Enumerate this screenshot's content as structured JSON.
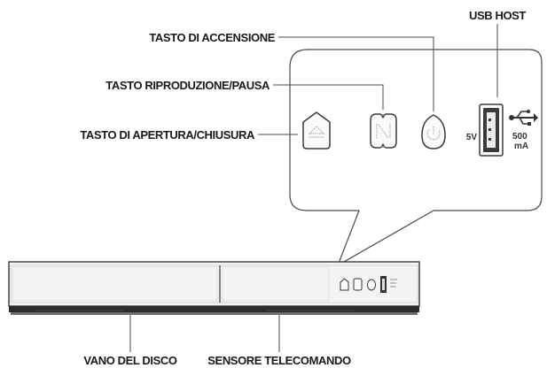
{
  "callouts": {
    "usb_host": "USB HOST",
    "power_button": "TASTO DI ACCENSIONE",
    "play_pause_button": "TASTO RIPRODUZIONE/PAUSA",
    "open_close_button": "TASTO DI APERTURA/CHIUSURA",
    "disc_tray": "VANO DEL DISCO",
    "remote_sensor": "SENSORE TELECOMANDO"
  },
  "usb_panel": {
    "voltage": "5V",
    "current_value": "500",
    "current_unit": "mA"
  },
  "icons": [
    "eject-icon",
    "play-pause-icon",
    "power-icon",
    "usb-symbol-icon"
  ],
  "colors": {
    "line": "#4a4a4a",
    "panel_fill": "#ffffff",
    "player_body": "#f2f2f2",
    "player_base": "#2b2b2b",
    "text": "#1a1a1a"
  }
}
